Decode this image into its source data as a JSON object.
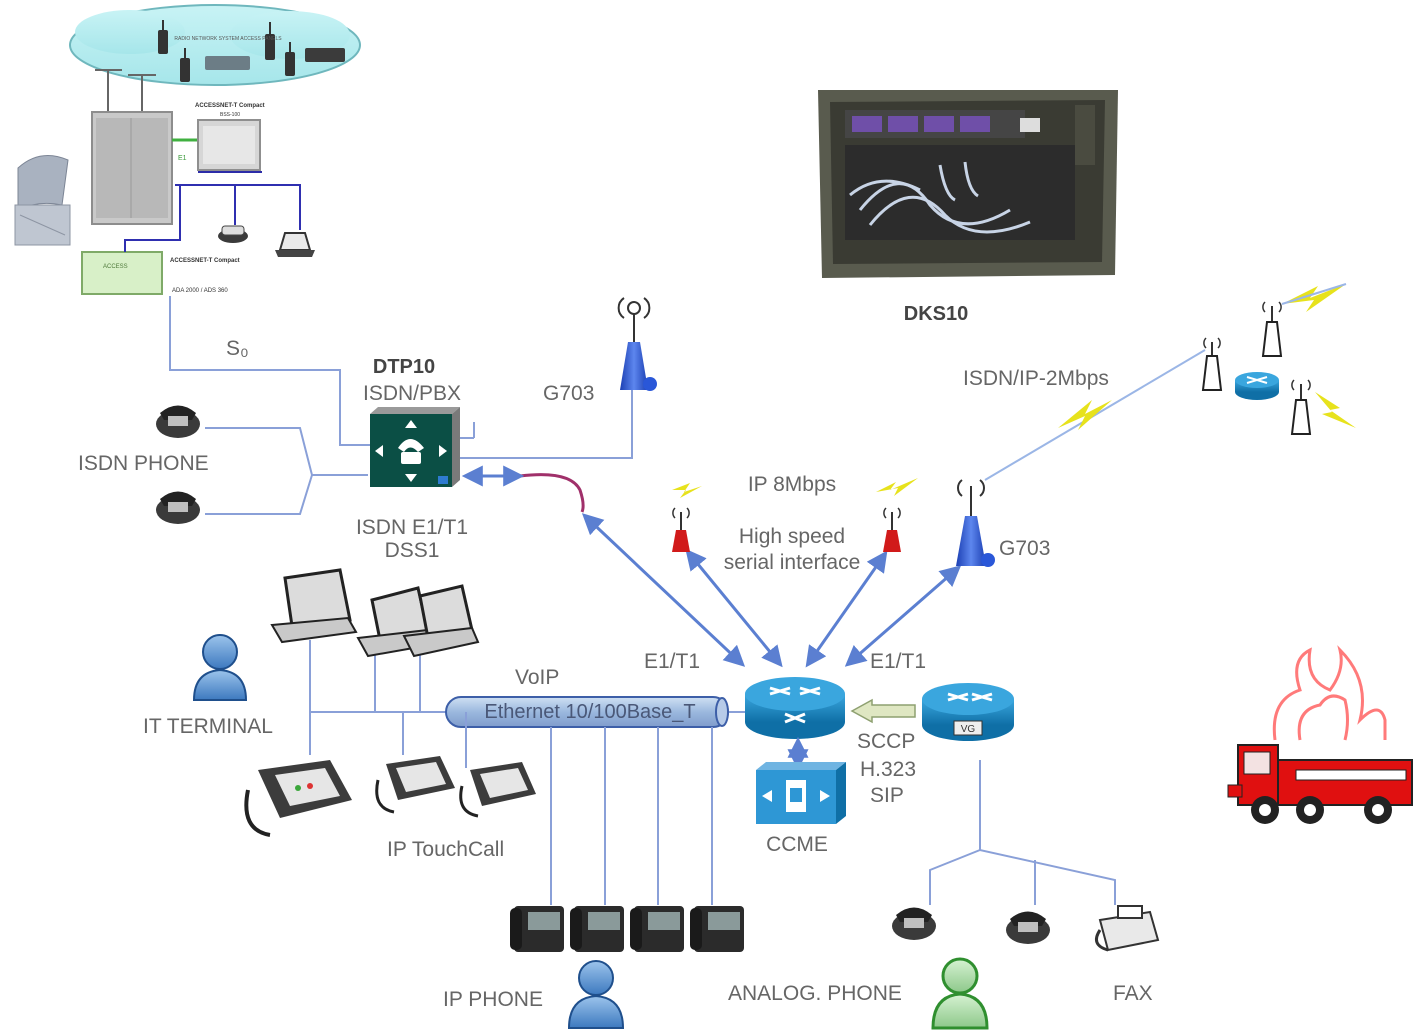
{
  "diagram": {
    "top_node": {
      "cloud_text": "RADIO NETWORK SYSTEM ACCESS PANELS",
      "console_caption": "ACCESSNET-T Compact",
      "console_subcaption": "BSS-100",
      "card_text_1": "ACCESS",
      "card_text_2": "ACCESSNET-T Compact",
      "card_text_3": "ADA 2000 / ADS 360",
      "wire_label": "E1"
    },
    "dks10": {
      "label": "DKS10"
    },
    "dtp10": {
      "title": "DTP10",
      "subtitle": "ISDN/PBX"
    },
    "labels": {
      "s0": "S₀",
      "g703_top": "G703",
      "g703_right": "G703",
      "isdn_phone": "ISDN PHONE",
      "isdn_e1": "ISDN E1/T1",
      "dss1": "DSS1",
      "ip_8mbps": "IP 8Mbps",
      "high_speed_1": "High speed",
      "high_speed_2": "serial interface",
      "isdn_ip": "ISDN/IP-2Mbps",
      "e1_left": "E1/T1",
      "e1_right": "E1/T1",
      "voip": "VoIP",
      "ethernet": "Ethernet 10/100Base_T",
      "it_terminal": "IT TERMINAL",
      "ip_touchcall": "IP TouchCall",
      "sccp": "SCCP",
      "h323": "H.323",
      "sip": "SIP",
      "ccme": "CCME",
      "vg": "VG",
      "ip_phone": "IP PHONE",
      "analog_phone": "ANALOG. PHONE",
      "fax": "FAX"
    },
    "colors": {
      "link_blue": "#5b7fd1",
      "thin_line": "#8aa0d8",
      "router_blue": "#1a86c2",
      "cisco_green": "#0b4f45",
      "antenna_blue": "#2f5fd6",
      "antenna_red": "#d11a1a",
      "fire_red": "#e01010",
      "bolt_yellow": "#e7e21c"
    }
  }
}
